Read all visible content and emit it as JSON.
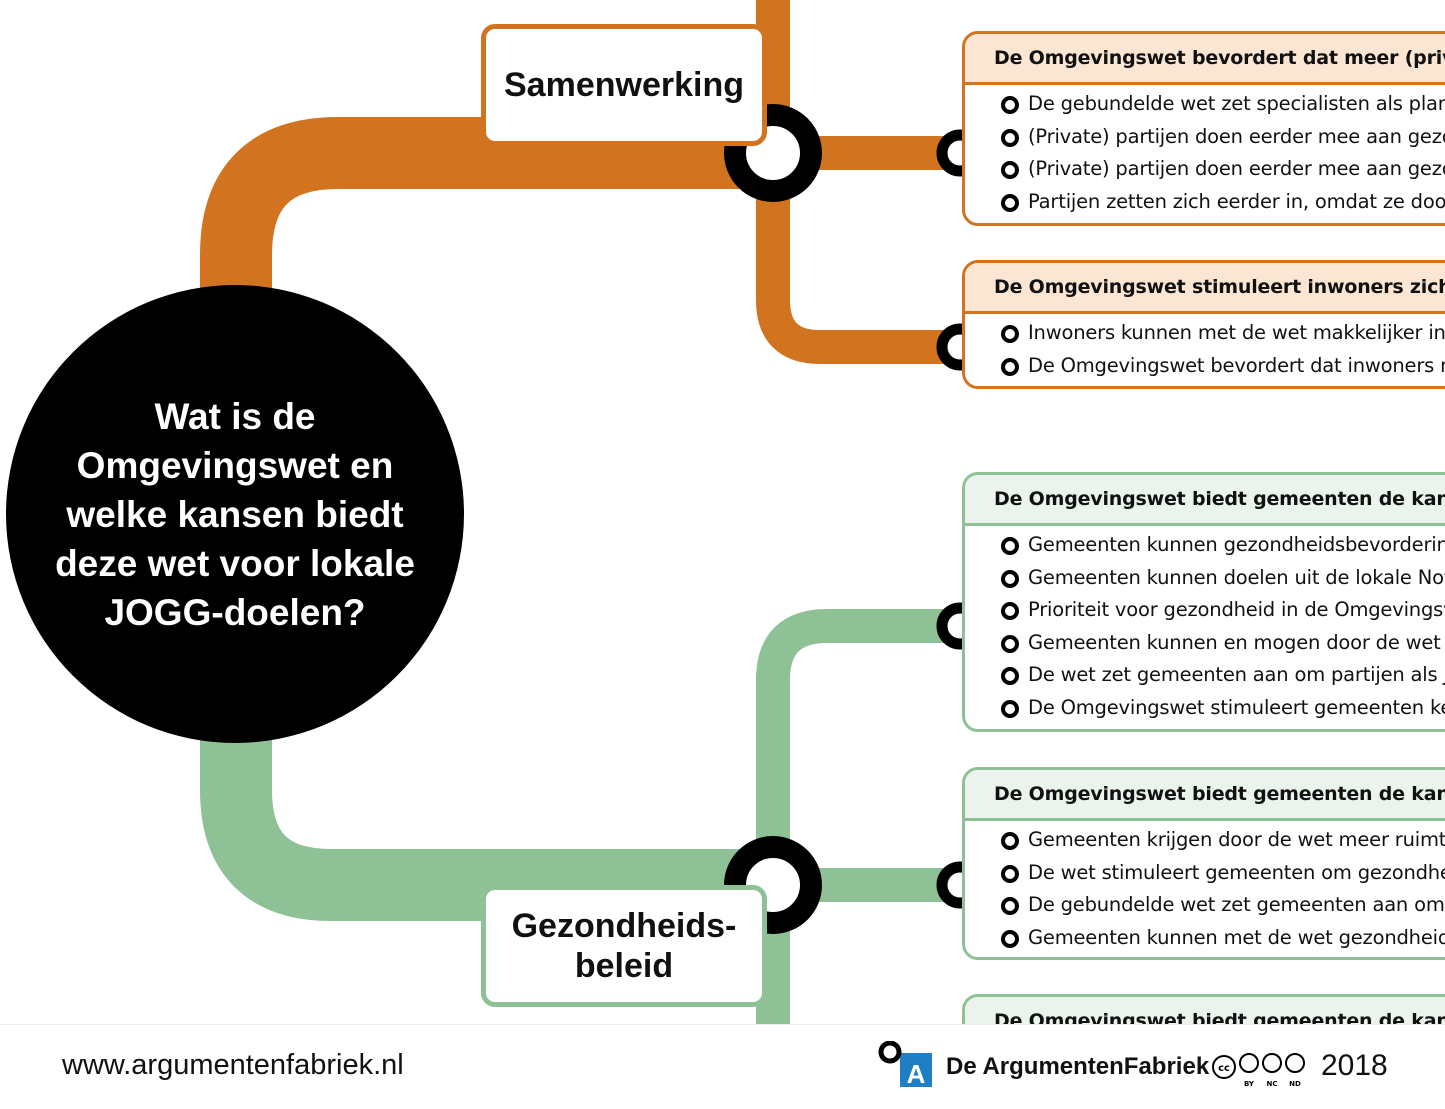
{
  "central_question": "Wat is de Omgevingswet en welke  kansen biedt deze wet voor lokale JOGG-doelen?",
  "colors": {
    "orange": "#d2731f",
    "green": "#8fc196",
    "black": "#000000"
  },
  "branches": [
    {
      "label": "Samenwerking",
      "color": "orange",
      "cards": [
        {
          "heading": "De Omgevingswet bevordert dat meer (private)",
          "items": [
            "De gebundelde wet zet specialisten als plano",
            "(Private) partijen doen eerder mee aan gezon",
            "(Private) partijen doen eerder mee aan gezon",
            "Partijen zetten zich eerder in, omdat ze door"
          ]
        },
        {
          "heading": "De Omgevingswet stimuleert inwoners zich in te",
          "items": [
            "Inwoners kunnen met de wet makkelijker init",
            "De Omgevingswet bevordert dat inwoners m"
          ]
        }
      ]
    },
    {
      "label_line1": "Gezondheids-",
      "label_line2": "beleid",
      "color": "green",
      "cards": [
        {
          "heading": "De Omgevingswet biedt gemeenten de kans be",
          "items": [
            "Gemeenten kunnen gezondheidsbevordering",
            "Gemeenten kunnen doelen uit de lokale Nota",
            "Prioriteit voor gezondheid in de Omgevingsvi",
            "Gemeenten kunnen en mogen door de wet n",
            "De wet zet gemeenten aan om partijen als JO",
            "De Omgevingswet stimuleert gemeenten ker"
          ]
        },
        {
          "heading": "De Omgevingswet biedt gemeenten de kans be",
          "items": [
            "Gemeenten krijgen door de wet meer ruimte",
            "De wet stimuleert gemeenten om gezondhei",
            "De gebundelde wet zet gemeenten aan om r",
            "Gemeenten kunnen met de wet gezondheid r"
          ]
        },
        {
          "heading": "De Omgevingswet biedt gemeenten de kans be",
          "items": []
        }
      ]
    }
  ],
  "footer": {
    "url": "www.argumentenfabriek.nl",
    "logo_letter": "A",
    "brand": "De ArgumentenFabriek",
    "license_icons": [
      "cc-icon",
      "by-icon",
      "nc-icon",
      "nd-icon"
    ],
    "license_labels": [
      "BY",
      "NC",
      "ND"
    ],
    "year": "2018"
  }
}
